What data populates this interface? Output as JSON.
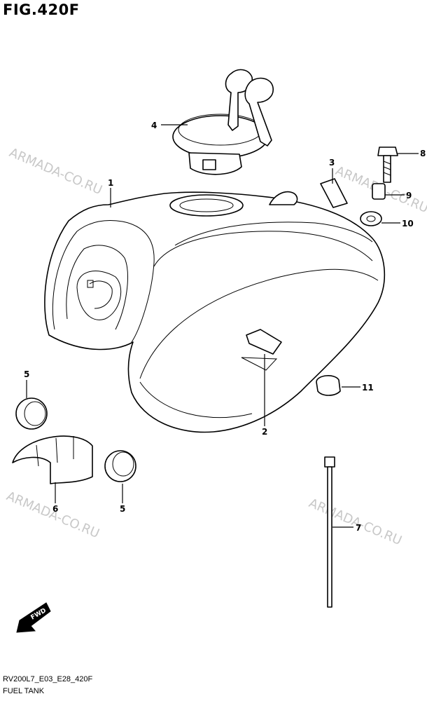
{
  "figure": {
    "title": "FIG.420F",
    "code": "RV200L7_E03_E28_420F",
    "name": "FUEL TANK"
  },
  "watermark": "ARMADA-CO.RU",
  "fwd_label": "FWD",
  "callouts": [
    {
      "id": "c1",
      "label": "1"
    },
    {
      "id": "c2",
      "label": "2"
    },
    {
      "id": "c3",
      "label": "3"
    },
    {
      "id": "c4",
      "label": "4"
    },
    {
      "id": "c5a",
      "label": "5"
    },
    {
      "id": "c5b",
      "label": "5"
    },
    {
      "id": "c6",
      "label": "6"
    },
    {
      "id": "c7",
      "label": "7"
    },
    {
      "id": "c8",
      "label": "8"
    },
    {
      "id": "c9",
      "label": "9"
    },
    {
      "id": "c10",
      "label": "10"
    },
    {
      "id": "c11",
      "label": "11"
    }
  ]
}
